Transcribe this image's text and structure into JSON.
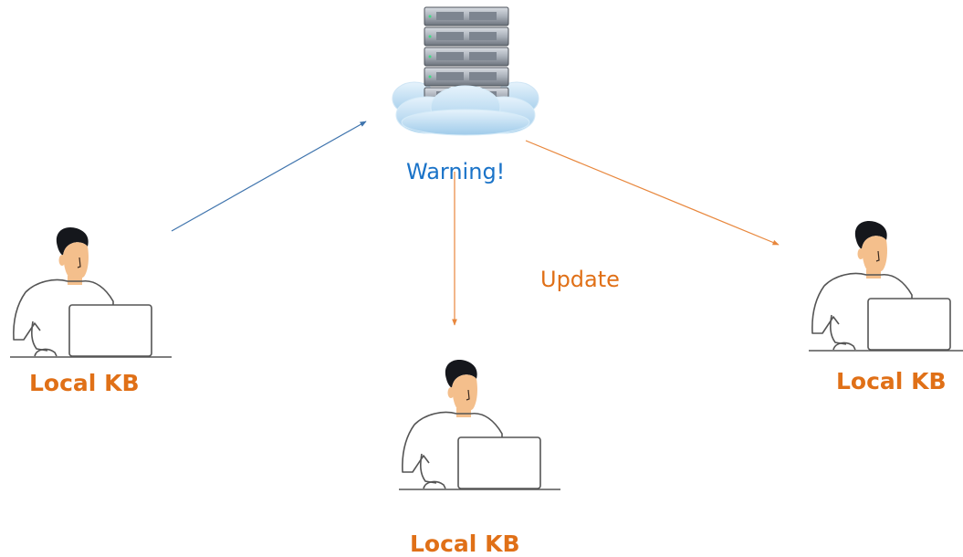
{
  "colors": {
    "blue": "#3f74ad",
    "orange": "#e8873d",
    "label_orange": "#e07017",
    "warning_blue": "#1a73c8",
    "line": "#555555"
  },
  "server": {
    "icon": "server-rack-cloud-icon"
  },
  "labels": {
    "warning": "Warning!",
    "update": "Update",
    "left_kb": "Local KB",
    "center_kb": "Local KB",
    "right_kb": "Local KB"
  },
  "users": [
    {
      "icon": "person-at-laptop-icon"
    },
    {
      "icon": "person-at-laptop-icon"
    },
    {
      "icon": "person-at-laptop-icon"
    }
  ]
}
